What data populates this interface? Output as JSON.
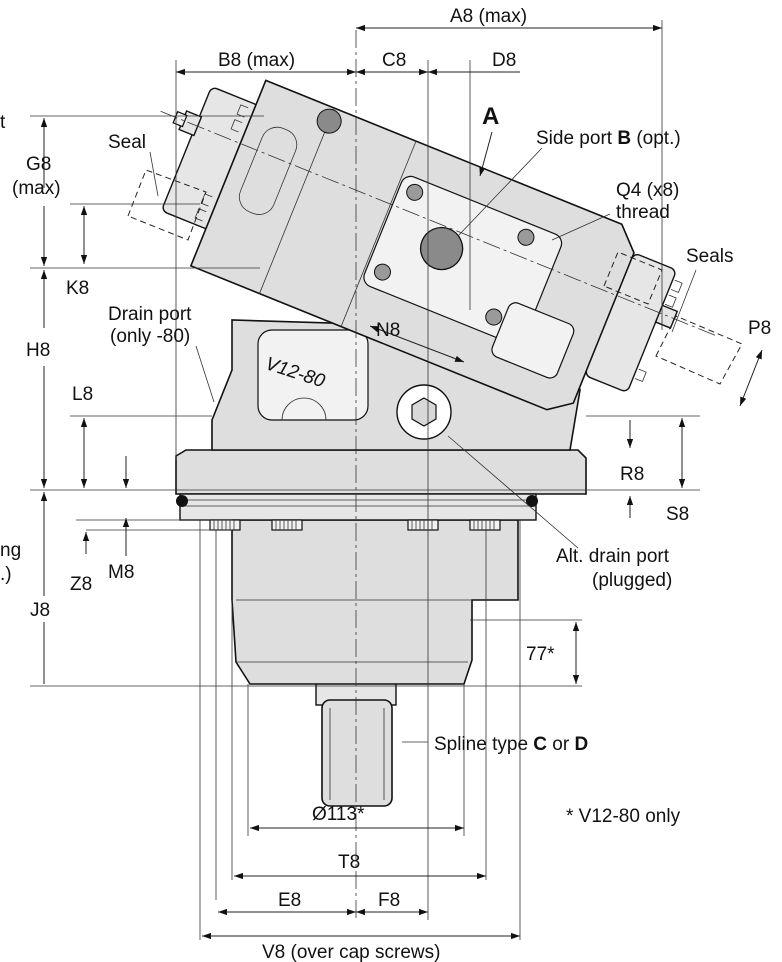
{
  "labels": {
    "a8": "A8 (max)",
    "b8": "B8 (max)",
    "c8": "C8",
    "d8": "D8",
    "view_a": "A",
    "side_port_pre": "Side port ",
    "side_port_b": "B",
    "side_port_post": " (opt.)",
    "q4_line1": "Q4 (x8)",
    "q4_line2": "thread",
    "seal": "Seal",
    "seals": "Seals",
    "g8_line1": "G8",
    "g8_line2": "(max)",
    "k8": "K8",
    "h8": "H8",
    "drain_line1": "Drain port",
    "drain_line2": "(only -80)",
    "model": "V12-80",
    "n8": "N8",
    "p8": "P8",
    "l8": "L8",
    "r8": "R8",
    "s8": "S8",
    "edge_t": "t",
    "edge_ng": "ng",
    "edge_paren": ".)",
    "z8": "Z8",
    "m8": "M8",
    "j8": "J8",
    "alt_drain_line1": "Alt. drain port",
    "alt_drain_line2": "(plugged)",
    "d77": "77*",
    "spline_pre": "Spline type ",
    "spline_c": "C",
    "spline_or": " or ",
    "spline_d": "D",
    "d113": "Ø113*",
    "footnote": "* V12-80 only",
    "t8": "T8",
    "e8": "E8",
    "f8": "F8",
    "v8": "V8 (over cap screws)"
  }
}
